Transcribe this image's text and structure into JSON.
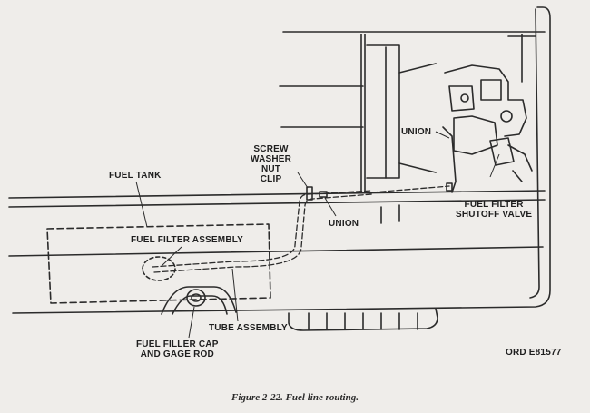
{
  "labels": {
    "screw_washer_nut_clip": [
      "SCREW",
      "WASHER",
      "NUT",
      "CLIP"
    ],
    "union_top": "UNION",
    "union_mid": "UNION",
    "fuel_tank": "FUEL TANK",
    "fuel_filter_assembly": "FUEL FILTER ASSEMBLY",
    "fuel_filter_shutoff_valve": [
      "FUEL FILTER",
      "SHUTOFF VALVE"
    ],
    "tube_assembly": "TUBE ASSEMBLY",
    "fuel_filler_cap": [
      "FUEL FILLER CAP",
      "AND GAGE ROD"
    ],
    "ord_number": "ORD E81577"
  },
  "caption": "Figure 2-22.  Fuel line routing.",
  "colors": {
    "ink": "#2b2b2b",
    "paper": "#efedea"
  }
}
